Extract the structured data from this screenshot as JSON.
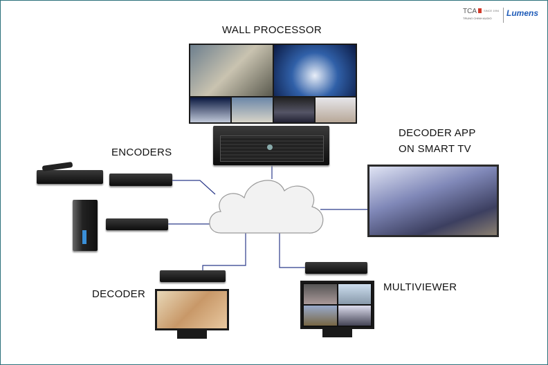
{
  "logo": {
    "brand1": "TCA",
    "since": "SINCE 1994",
    "brand1_sub": "TRUNG CHINH AUDIO",
    "brand2": "Lumens"
  },
  "labels": {
    "wall_processor": "WALL PROCESSOR",
    "encoders": "ENCODERS",
    "decoder_app_line1": "DECODER APP",
    "decoder_app_line2": "ON SMART TV",
    "decoder": "DECODER",
    "multiviewer": "MULTIVIEWER"
  },
  "colors": {
    "line": "#2b3a8a",
    "frame": "#2a6f7a",
    "logo_blue": "#1e5bb8",
    "logo_red": "#d23a2a"
  }
}
